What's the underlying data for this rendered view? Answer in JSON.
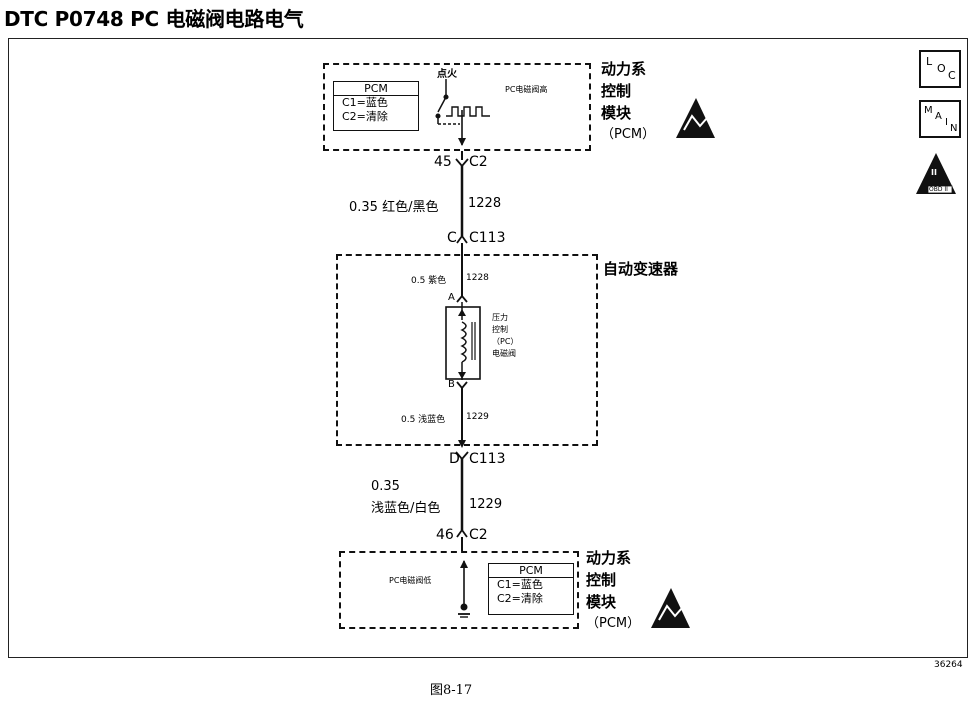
{
  "title": "DTC P0748 PC 电磁阀电路电气",
  "top_module": {
    "pcm_label": "PCM",
    "c1": "C1=蓝色",
    "c2": "C2=清除",
    "ignition": "点火",
    "signal_label": "PC电磁阀高",
    "module_name": [
      "动力系",
      "控制",
      "模块",
      "（PCM）"
    ]
  },
  "connector_c2_top": {
    "pin": "45",
    "name": "C2"
  },
  "wire_upper": {
    "gauge_color": "0.35  红色/黑色",
    "circuit": "1228"
  },
  "connector_c113_top": {
    "pin": "C",
    "name": "C113"
  },
  "transmission": {
    "name": "自动变速器",
    "wire_a": {
      "gauge_color": "0.5 紫色",
      "circuit": "1228"
    },
    "pin_a": "A",
    "solenoid_label": [
      "压力",
      "控制",
      "（PC）",
      "电磁阀"
    ],
    "pin_b": "B",
    "wire_b": {
      "gauge_color": "0.5  浅蓝色",
      "circuit": "1229"
    }
  },
  "connector_c113_bottom": {
    "pin": "D",
    "name": "C113"
  },
  "wire_lower": {
    "gauge": "0.35",
    "color": "浅蓝色/白色",
    "circuit": "1229"
  },
  "connector_c2_bottom": {
    "pin": "46",
    "name": "C2"
  },
  "bottom_module": {
    "signal_label": "PC电磁阀低",
    "pcm_label": "PCM",
    "c1": "C1=蓝色",
    "c2": "C2=清除",
    "module_name": [
      "动力系",
      "控制",
      "模块",
      "（PCM）"
    ]
  },
  "side_icons": {
    "loc": [
      "L",
      "O",
      "C"
    ],
    "main": [
      "M",
      "A",
      "I",
      "N"
    ],
    "obd": [
      "II",
      "OBD II"
    ]
  },
  "doc_number": "36264",
  "caption": "图8-17"
}
